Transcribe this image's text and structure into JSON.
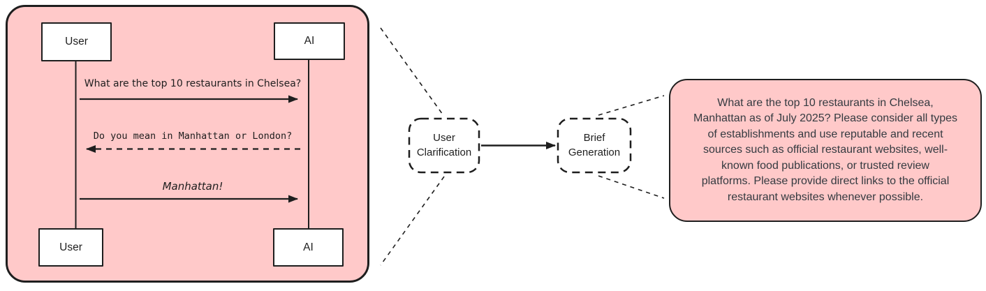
{
  "sequence_panel": {
    "top_actors": [
      {
        "label": "User"
      },
      {
        "label": "AI"
      }
    ],
    "bottom_actors": [
      {
        "label": "User"
      },
      {
        "label": "AI"
      }
    ],
    "messages": [
      {
        "text": "What are the top 10 restaurants in Chelsea?",
        "from": "User",
        "to": "AI",
        "style": "solid"
      },
      {
        "text": "Do you mean in Manhattan or London?",
        "from": "AI",
        "to": "User",
        "style": "dashed"
      },
      {
        "text": "Manhattan!",
        "from": "User",
        "to": "AI",
        "style": "solid"
      }
    ]
  },
  "flow": {
    "nodes": [
      {
        "label": "User\nClarification"
      },
      {
        "label": "Brief\nGeneration"
      }
    ]
  },
  "brief_box": {
    "text": "What are the top 10 restaurants in Chelsea,\nManhattan as of July 2025? Please consider all types\nof establishments and use reputable and recent\nsources such as official restaurant websites, well-\nknown food publications, or trusted review\nplatforms. Please provide direct links to the official\nrestaurant websites whenever possible."
  },
  "colors": {
    "pink_fill": "#ffc9c9",
    "stroke_dark": "#1e1e1e",
    "text_dark": "#343a40",
    "node_fill": "#ffffff"
  }
}
